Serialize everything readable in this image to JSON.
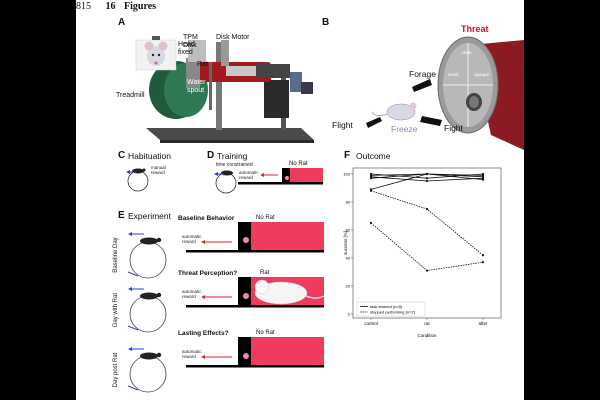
{
  "header": {
    "line_number": "815",
    "section_number": "16",
    "section_title": "Figures"
  },
  "panel_a": {
    "letter": "A",
    "labels": {
      "head_fixed": "Head\nfixed",
      "tpm_disk": "TPM\nDisk",
      "disk_motor": "Disk Motor",
      "rat": "Rat",
      "water_spout": "Water\nspout",
      "treadmill": "Treadmill"
    }
  },
  "panel_b": {
    "letter": "B",
    "labels": {
      "threat": "Threat",
      "forage": "Forage",
      "flight": "Flight",
      "freeze": "Freeze",
      "fight": "Fight",
      "disk_clear": "clear",
      "disk_smell": "smell",
      "disk_opaque": "opaque"
    }
  },
  "panel_c": {
    "letter": "C",
    "title": "Habituation",
    "reward": "manual\nreward"
  },
  "panel_d": {
    "letter": "D",
    "title": "Training",
    "time_constrained": "time constrained",
    "no_rat": "No Rat",
    "reward": "automatic\nreward"
  },
  "panel_e": {
    "letter": "E",
    "title": "Experiment",
    "rows": [
      {
        "day": "Baseline Day",
        "heading": "Baseline Behavior",
        "condition": "No Rat",
        "reward": "automatic\nreward"
      },
      {
        "day": "Day with Rat",
        "heading": "Threat Perception?",
        "condition": "Rat",
        "reward": "automatic\nreward"
      },
      {
        "day": "Day post Rat",
        "heading": "Lasting Effects?",
        "condition": "No Rat",
        "reward": "automatic\nreward"
      }
    ]
  },
  "panel_f": {
    "letter": "F",
    "title": "Outcome",
    "chart_data": {
      "type": "line",
      "categories": [
        "control",
        "rat",
        "after"
      ],
      "xlabel": "Condition",
      "ylabel": "success [%]",
      "ylim": [
        0,
        100
      ],
      "yticks": [
        0,
        20,
        40,
        60,
        80,
        100
      ],
      "legend": {
        "placement": "bottom-left",
        "entries": [
          "task learned (n=5)",
          "stopped performing (n=2)"
        ]
      },
      "series": [
        {
          "group": "task learned",
          "style": "solid",
          "values": [
            100,
            97,
            100
          ]
        },
        {
          "group": "task learned",
          "style": "solid",
          "values": [
            99,
            100,
            98
          ]
        },
        {
          "group": "task learned",
          "style": "solid",
          "values": [
            98,
            95,
            97
          ]
        },
        {
          "group": "task learned",
          "style": "solid",
          "values": [
            97,
            100,
            96
          ]
        },
        {
          "group": "task learned",
          "style": "solid",
          "values": [
            89,
            100,
            99
          ]
        },
        {
          "group": "stopped performing",
          "style": "dashed",
          "values": [
            88,
            75,
            42
          ]
        },
        {
          "group": "stopped performing",
          "style": "dashed",
          "values": [
            65,
            31,
            37
          ]
        }
      ]
    }
  },
  "colors": {
    "red": "#ee3b5e",
    "threat_red": "#c8102e",
    "arrow_blue": "#2d3bd8",
    "arrow_red": "#d8262e"
  }
}
